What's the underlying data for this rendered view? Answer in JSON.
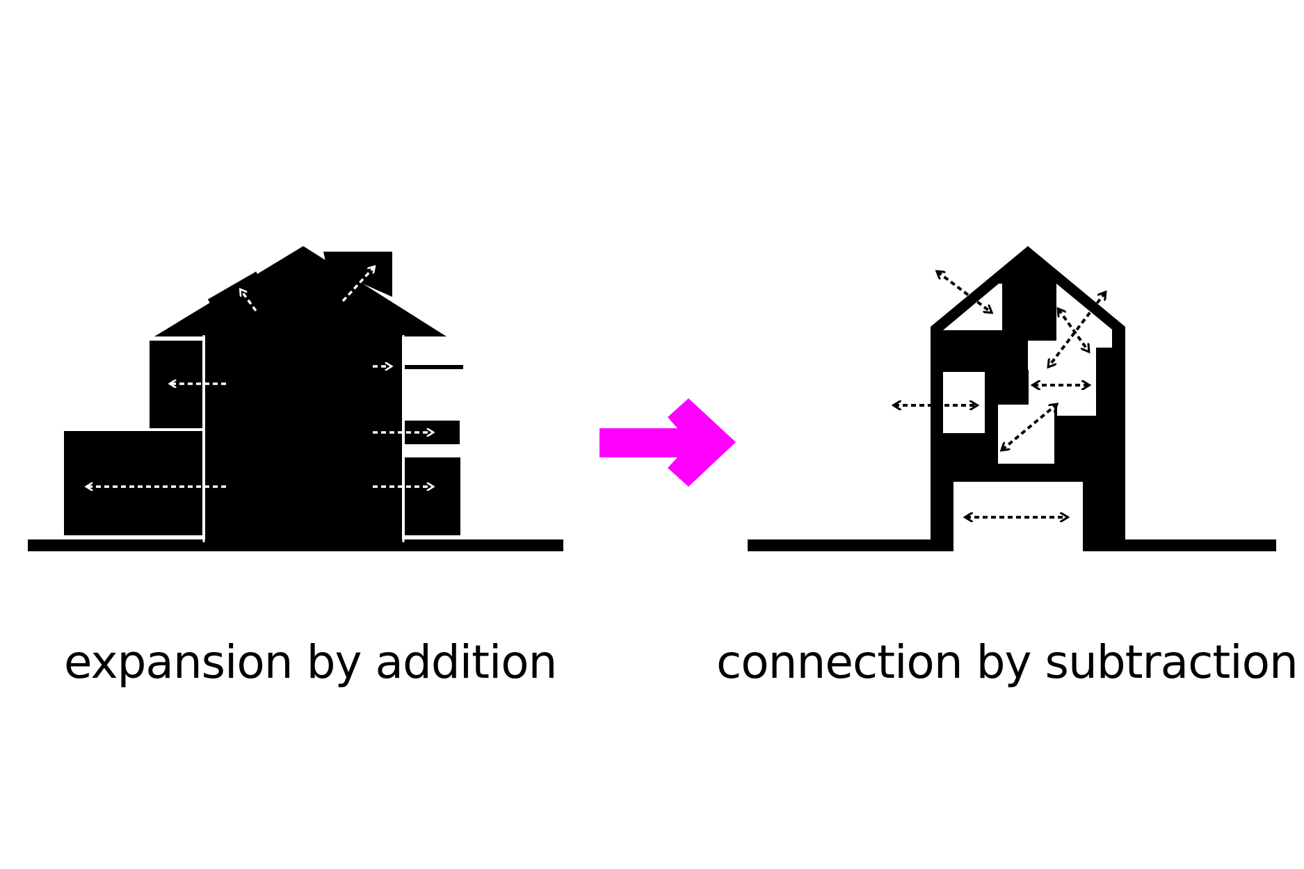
{
  "captions": {
    "left": "expansion by addition",
    "right": "connection by subtraction"
  },
  "colors": {
    "ink": "#000000",
    "paper": "#ffffff",
    "accent_arrow": "#ff00ff"
  },
  "diagrams": {
    "left": {
      "concept": "house-section-expanded-with-additions",
      "dashed_arrows": 7
    },
    "center": {
      "concept": "transition-arrow"
    },
    "right": {
      "concept": "house-section-hollowed-into-connected-voids",
      "dashed_arrows": 7
    }
  }
}
